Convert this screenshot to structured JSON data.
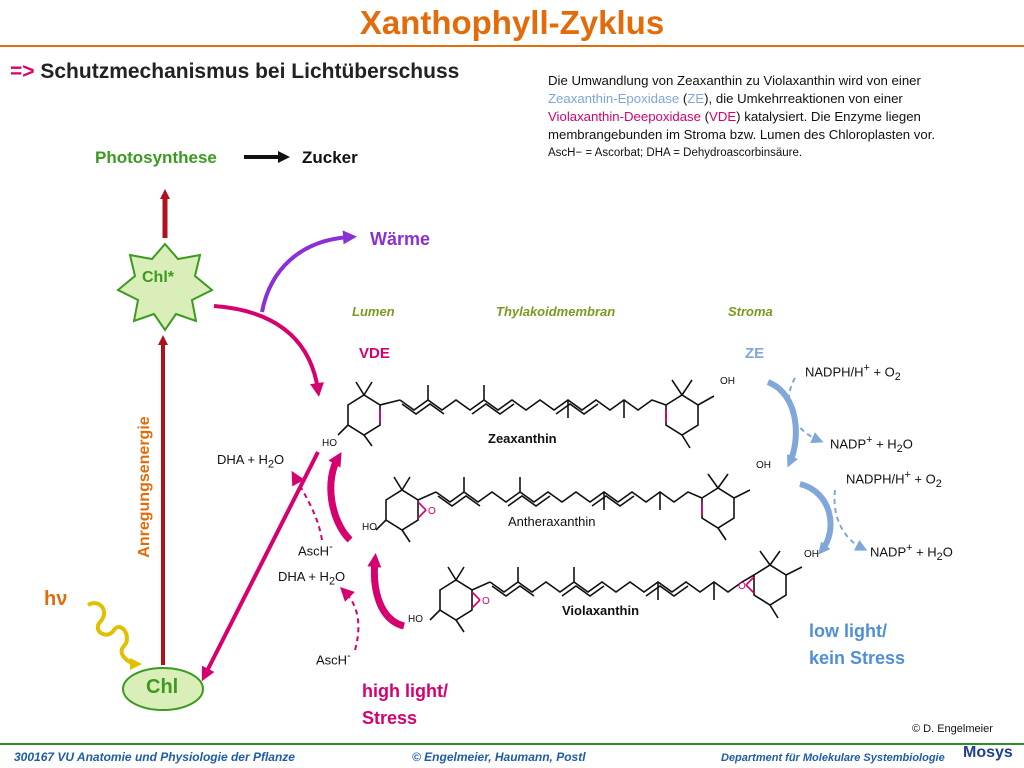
{
  "title": "Xanthophyll-Zyklus",
  "subtitle_arrow": "=>",
  "subtitle": "Schutzmechanismus bei Lichtüberschuss",
  "note": {
    "l1": "Die Umwandlung von Zeaxanthin zu Violaxanthin wird von einer",
    "l2a": "Zeaxanthin-Epoxidase",
    "l2b": " (",
    "l2c": "ZE",
    "l2d": "), die Umkehrreaktionen von einer",
    "l3a": "Violaxanthin-Deepoxidase",
    "l3b": " (",
    "l3c": "VDE",
    "l3d": ") katalysiert. Die Enzyme liegen",
    "l4": "membrangebunden im Stroma bzw. Lumen des Chloroplasten vor.",
    "l5": "AscH− = Ascorbat; DHA = Dehydroascorbinsäure."
  },
  "photosynthese": "Photosynthese",
  "zucker": "Zucker",
  "waerme": "Wärme",
  "chl_star": "Chl*",
  "chl": "Chl",
  "hv": "hν",
  "anregungsenergie": "Anregungsenergie",
  "lumen": "Lumen",
  "thylakoidmembran": "Thylakoidmembran",
  "stroma": "Stroma",
  "vde": "VDE",
  "ze": "ZE",
  "zeaxanthin": "Zeaxanthin",
  "antheraxanthin": "Antheraxanthin",
  "violaxanthin": "Violaxanthin",
  "oh": "OH",
  "ho": "HO",
  "o": "O",
  "dha1": "DHA + H",
  "dha2": "DHA + H",
  "h2o_sub": "2",
  "h2o_o": "O",
  "asch1": "AscH",
  "asch2": "AscH",
  "minus": "-",
  "nadph1": "NADPH/H",
  "nadph2": "NADPH/H",
  "plus": "+",
  "o2": " + O",
  "nadp1": "NADP",
  "nadp2": "NADP",
  "h2o_part": " + H",
  "low_light": "low light/",
  "kein_stress": "kein Stress",
  "high_light": "high light/",
  "stress": "Stress",
  "copyright": "© D. Engelmeier",
  "footer_left": "300167 VU Anatomie und Physiologie der Pflanze",
  "footer_mid": "© Engelmeier, Haumann, Postl",
  "footer_right": "Department  für  Molekulare Systembiologie",
  "mosys": "Mosys",
  "colors": {
    "orange": "#e36c0a",
    "green": "#3c9a1f",
    "magenta": "#d6006f",
    "darkred": "#b0121b",
    "purple": "#8b2fd6",
    "blue": "#7fa7d9",
    "yellow": "#e0c000"
  }
}
